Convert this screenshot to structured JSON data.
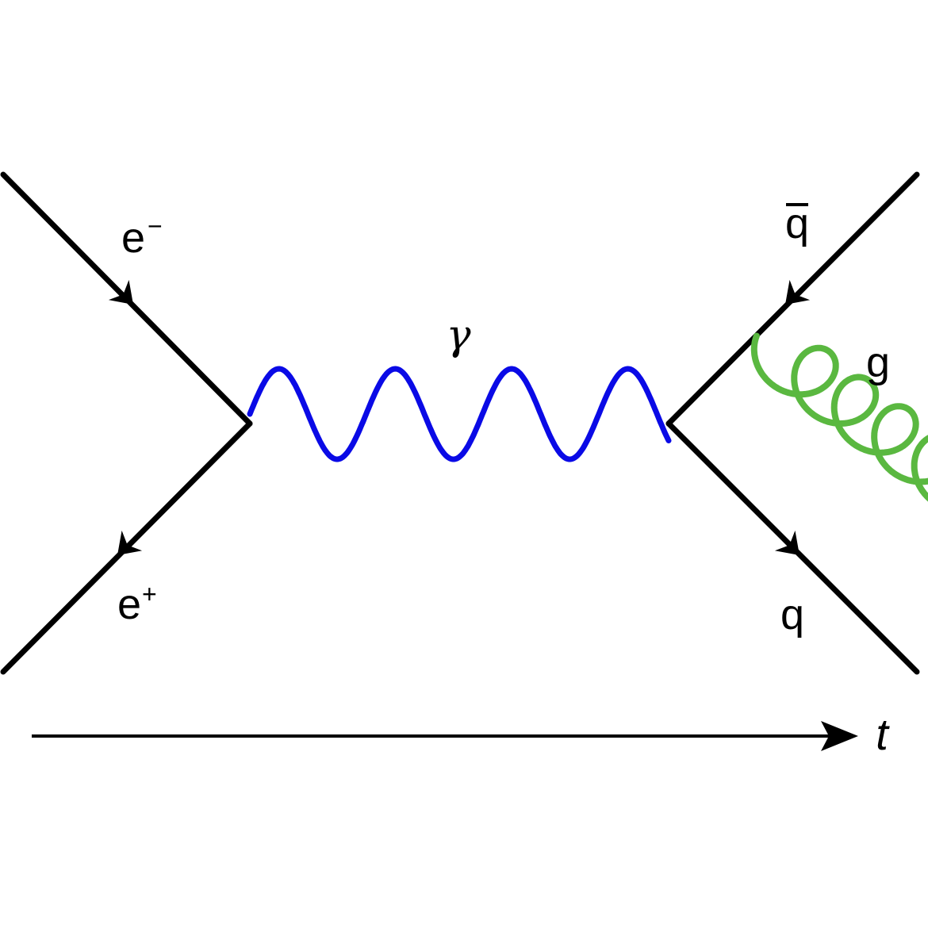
{
  "diagram": {
    "title": "Feynman diagram: electron-positron annihilation to quark-antiquark with gluon emission",
    "colors": {
      "fermion": "#000000",
      "photon": "#0a0ae6",
      "gluon": "#5ab840",
      "background": "#ffffff"
    },
    "particles": {
      "electron": {
        "base": "e",
        "charge": "−"
      },
      "positron": {
        "base": "e",
        "charge": "+"
      },
      "photon": {
        "symbol": "γ"
      },
      "antiquark": {
        "symbol": "q",
        "bar": "‾"
      },
      "quark": {
        "symbol": "q"
      },
      "gluon": {
        "symbol": "g"
      }
    },
    "time_axis": {
      "label": "t"
    }
  }
}
